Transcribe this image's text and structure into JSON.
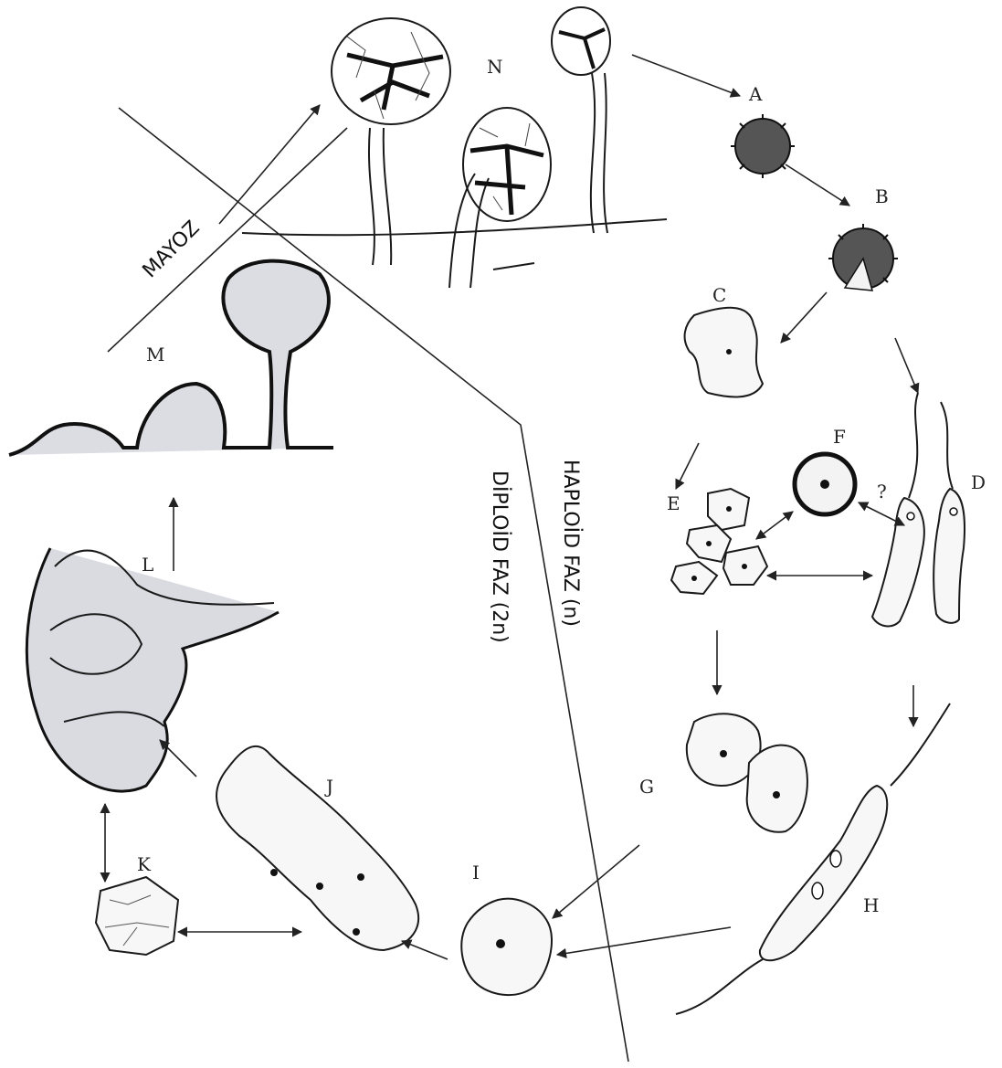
{
  "labels": {
    "A": "A",
    "B": "B",
    "C": "C",
    "D": "D",
    "E": "E",
    "F": "F",
    "G": "G",
    "H": "H",
    "I": "I",
    "J": "J",
    "K": "K",
    "L": "L",
    "M": "M",
    "N": "N",
    "question": "?"
  },
  "phases": {
    "meiosis": "MAYOZ",
    "haploid": "HAPLOİD FAZ (n)",
    "diploid": "DİPLOİD FAZ (2n)"
  }
}
